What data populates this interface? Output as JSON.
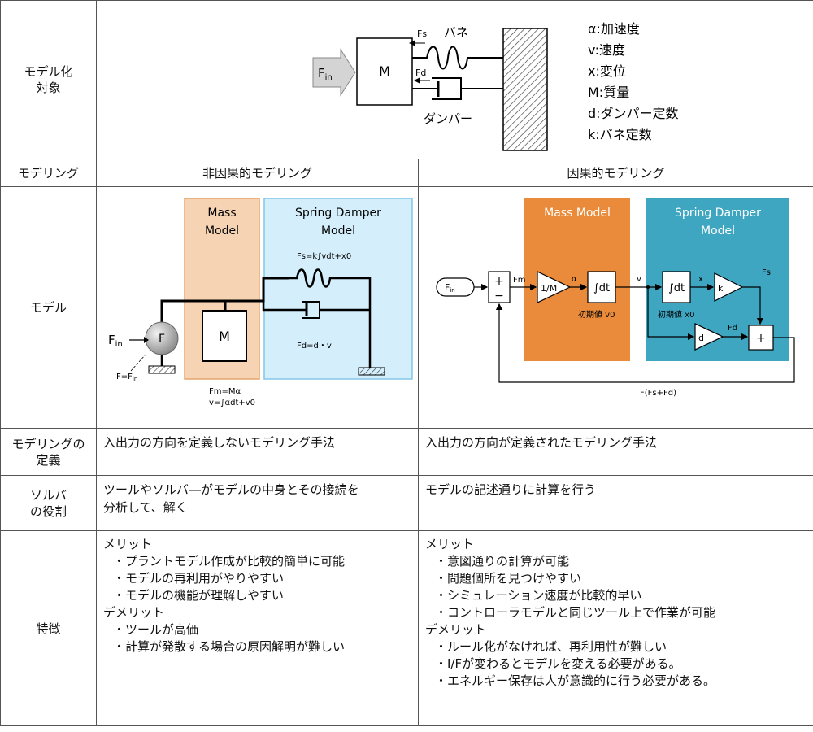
{
  "rows": {
    "target": {
      "label_line1": "モデル化",
      "label_line2": "対象"
    },
    "modeling": {
      "label": "モデリング",
      "acausal_header": "非因果的モデリング",
      "causal_header": "因果的モデリング"
    },
    "model": {
      "label": "モデル"
    },
    "definition": {
      "label_line1": "モデリングの",
      "label_line2": "定義",
      "acausal": "入出力の方向を定義しないモデリング手法",
      "causal": "入出力の方向が定義されたモデリング手法"
    },
    "solver": {
      "label_line1": "ソルバ",
      "label_line2": "の役割",
      "acausal_line1": "ツールやソルバ―がモデルの中身とその接続を",
      "acausal_line2": "分析して、解く",
      "causal": "モデルの記述通りに計算を行う"
    },
    "features": {
      "label": "特徴",
      "acausal": {
        "merit_title": "メリット",
        "merits": [
          "・プラントモデル作成が比較的簡単に可能",
          "・モデルの再利用がやりやすい",
          "・モデルの機能が理解しやすい"
        ],
        "demerit_title": "デメリット",
        "demerits": [
          "・ツールが高価",
          "・計算が発散する場合の原因解明が難しい"
        ]
      },
      "causal": {
        "merit_title": "メリット",
        "merits": [
          "・意図通りの計算が可能",
          "・問題個所を見つけやすい",
          "・シミュレーション速度が比較的早い",
          "・コントローラモデルと同じツール上で作業が可能"
        ],
        "demerit_title": "デメリット",
        "demerits": [
          "・ルール化がなければ、再利用性が難しい",
          "・I/Fが変わるとモデルを変える必要がある。",
          "・エネルギー保存は人が意識的に行う必要がある。"
        ]
      }
    }
  },
  "target_diagram": {
    "fin": "F",
    "fin_sub": "in",
    "mass": "M",
    "fs": "Fs",
    "fd": "Fd",
    "spring": "バネ",
    "damper": "ダンパー",
    "legend": [
      "α:加速度",
      "v:速度",
      "x:変位",
      "M:質量",
      "d:ダンパー定数",
      "k:バネ定数"
    ]
  },
  "acausal_diagram": {
    "mass_box_line1": "Mass",
    "mass_box_line2": "Model",
    "sd_box_line1": "Spring Damper",
    "sd_box_line2": "Model",
    "fs_eq": "Fs=k∫vdt+x0",
    "fd_eq": "Fd=d・v",
    "fm_eq": "Fm=Mα",
    "v_eq": "v=∫αdt+v0",
    "fin": "F",
    "fin_sub": "in",
    "source": "F",
    "f_eq": "F=F",
    "f_eq_sub": "in",
    "mass": "M"
  },
  "causal_diagram": {
    "mass_box": "Mass Model",
    "sd_box_line1": "Spring Damper",
    "sd_box_line2": "Model",
    "fin": "F",
    "fin_sub": "in",
    "plus": "+",
    "minus": "−",
    "fm": "Fm",
    "gain": "1/M",
    "alpha": "α",
    "integ": "∫dt",
    "init_v": "初期値 v0",
    "v": "v",
    "x": "x",
    "k": "k",
    "fs": "Fs",
    "init_x": "初期値 x0",
    "d": "d",
    "fd": "Fd",
    "sum": "+",
    "feedback": "F(Fs+Fd)"
  },
  "colors": {
    "mass_fill": "#f4cba6",
    "mass_stroke": "#e6a56c",
    "sd_fill": "#cfeefa",
    "sd_stroke": "#84c7e6",
    "causal_mass": "#e98b3a",
    "causal_sd": "#3ea6c1",
    "gray_arrow": "#cfcfcf"
  }
}
